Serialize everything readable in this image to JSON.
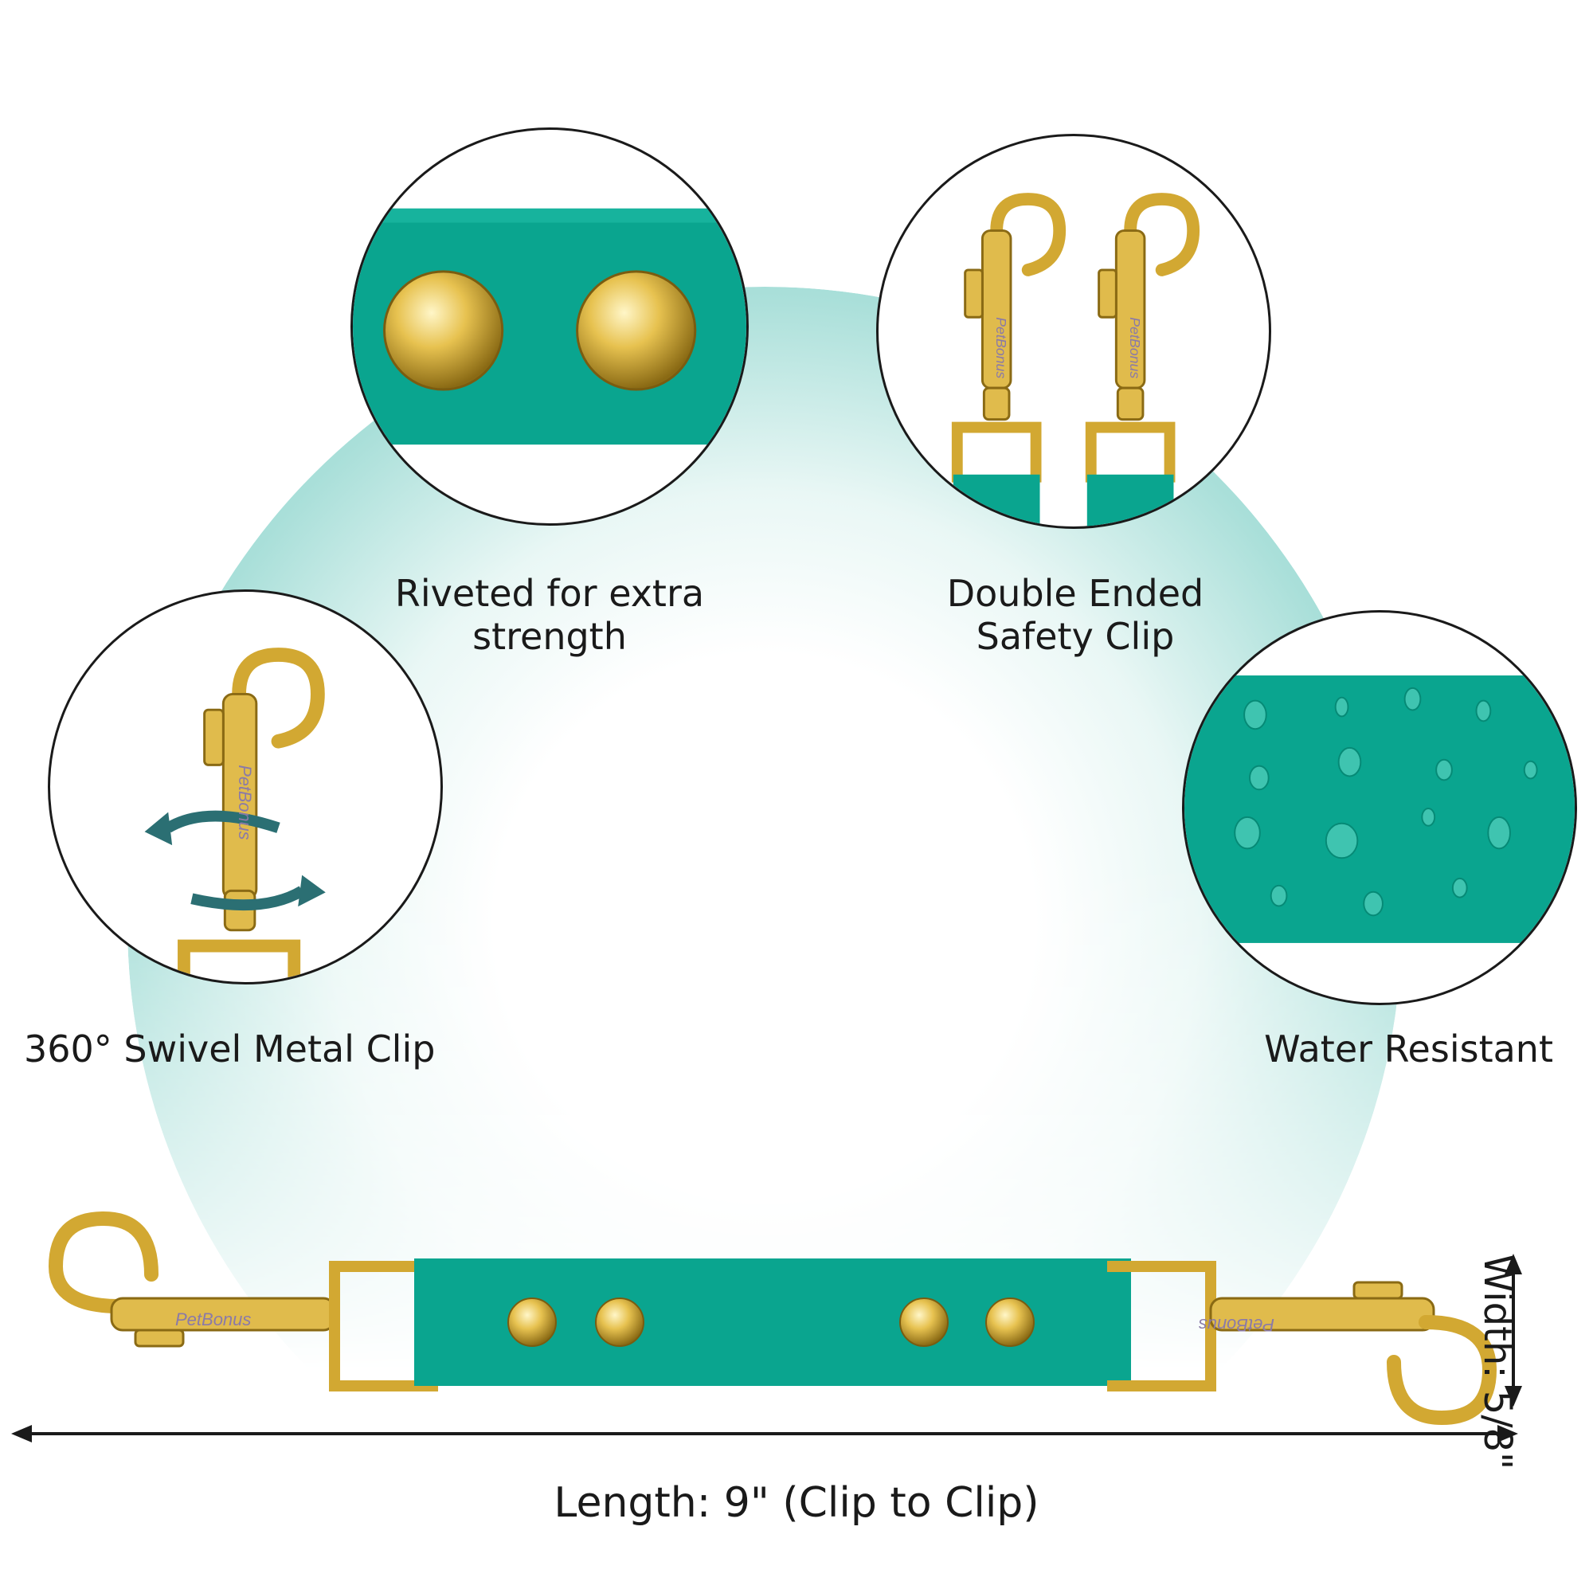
{
  "features": {
    "riveted": {
      "caption_line1": "Riveted for extra",
      "caption_line2": "strength",
      "image": "riveted-strap-closeup"
    },
    "double_clip": {
      "caption_line1": "Double Ended",
      "caption_line2": "Safety Clip",
      "image": "double-snap-clips-closeup"
    },
    "swivel": {
      "caption": "360° Swivel Metal Clip",
      "image": "swivel-clip-closeup"
    },
    "water": {
      "caption": "Water Resistant",
      "image": "water-droplets-closeup"
    }
  },
  "brand_mark": "PetBonus",
  "dimensions": {
    "length_label": "Length: 9\" (Clip to Clip)",
    "width_label": "Width: 5/8\""
  },
  "colors": {
    "strap": "#0aa58f",
    "gold": "#d9b13f",
    "outline": "#1a1a1a",
    "glow": "#8fd3cc"
  }
}
